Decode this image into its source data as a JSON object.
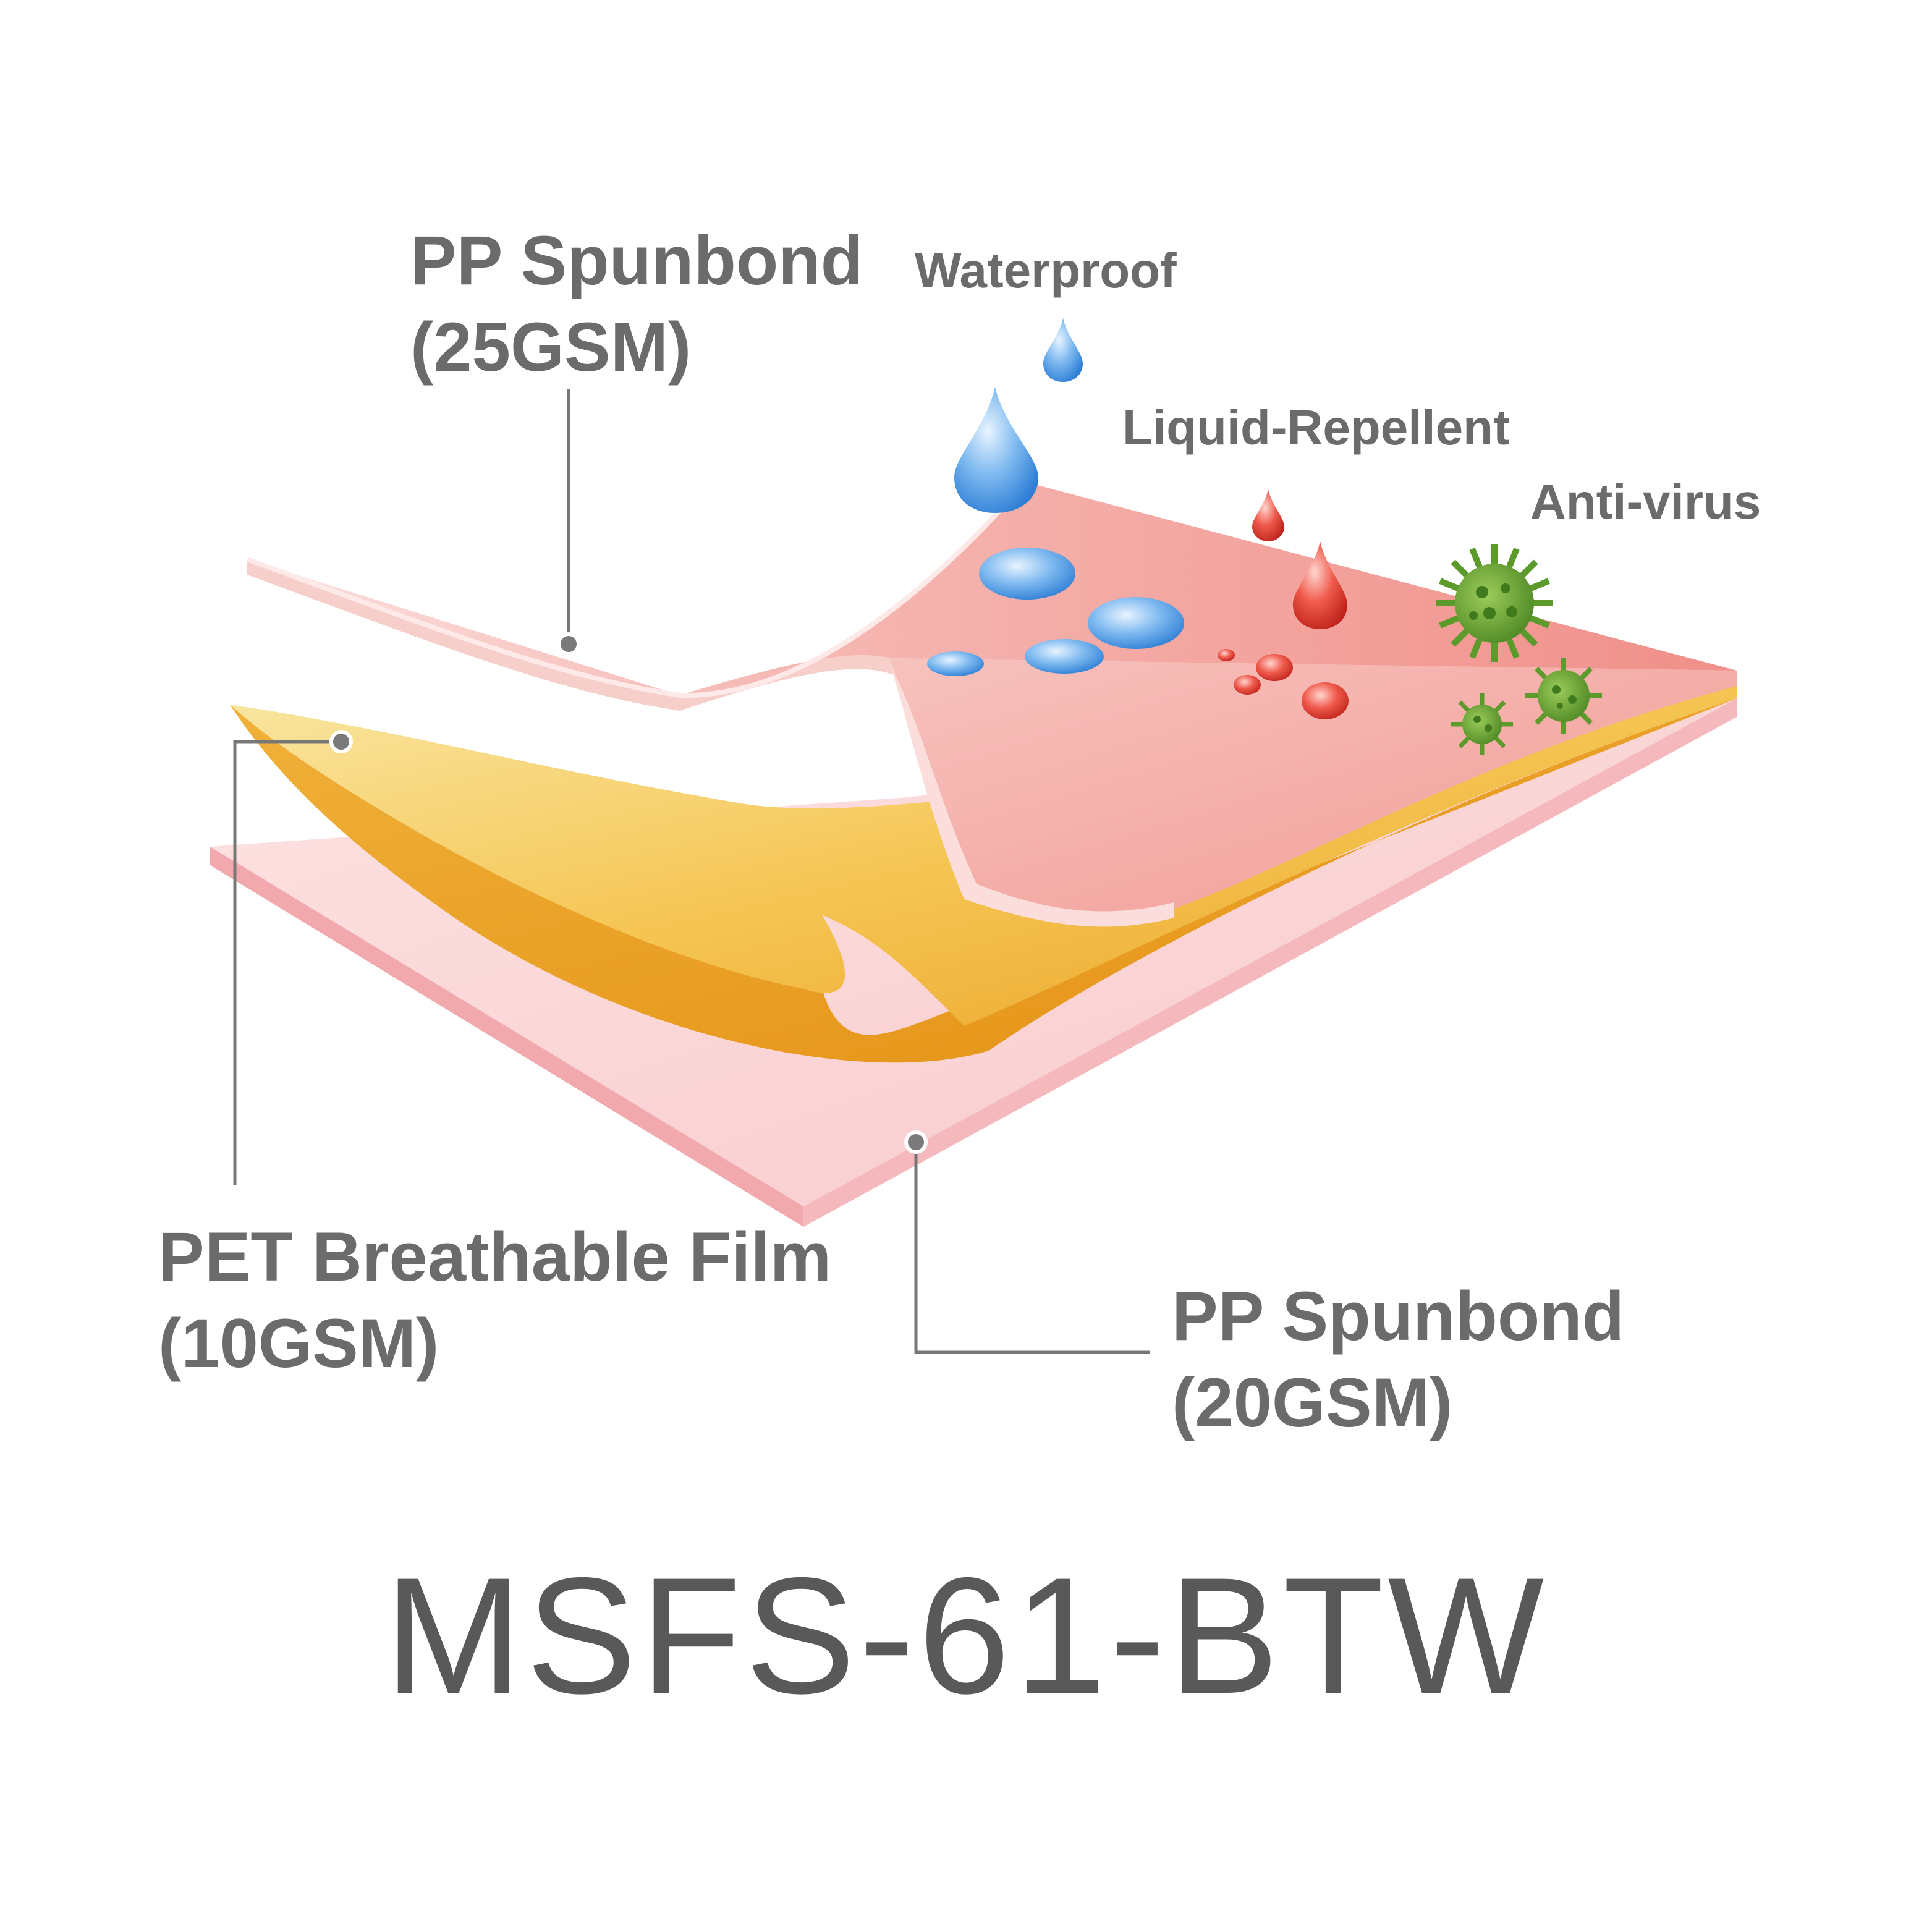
{
  "layers": {
    "top": {
      "name": "PP Spunbond",
      "weight": "(25GSM)"
    },
    "middle": {
      "name": "PET Breathable Film",
      "weight": "(10GSM)"
    },
    "bottom": {
      "name": "PP Spunbond",
      "weight": "(20GSM)"
    }
  },
  "features": {
    "waterproof": "Waterproof",
    "liquid_repellent": "Liquid-Repellent",
    "anti_virus": "Anti-virus"
  },
  "model_code": "MSFS-61-BTW",
  "colors": {
    "label_gray": "#6b6b6b",
    "top_layer_pink": "#f29a94",
    "film_yellow": "#f5c24a",
    "film_orange": "#e99a1c",
    "bottom_layer_pink": "#f8cfd0",
    "water_blue": "#5aa6e8",
    "red_drop": "#e8453c",
    "virus_green": "#5c9a2c"
  },
  "icons": [
    "water-drop-icon",
    "red-drop-icon",
    "virus-icon"
  ]
}
